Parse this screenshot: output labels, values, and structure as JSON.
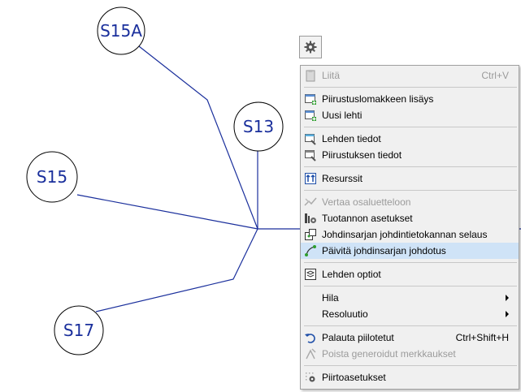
{
  "diagram": {
    "nodes": [
      {
        "id": "S15A",
        "label": "S15A"
      },
      {
        "id": "S13",
        "label": "S13"
      },
      {
        "id": "S15",
        "label": "S15"
      },
      {
        "id": "S17",
        "label": "S17"
      }
    ],
    "line_color": "#1a2f9c"
  },
  "toolbar": {
    "gear_icon": "gear-icon"
  },
  "menu": {
    "paste": {
      "label": "Liitä",
      "shortcut": "Ctrl+V"
    },
    "add_sheet_form": {
      "label": "Piirustuslomakkeen lisäys"
    },
    "new_sheet": {
      "label": "Uusi lehti"
    },
    "sheet_info": {
      "label": "Lehden tiedot"
    },
    "drawing_info": {
      "label": "Piirustuksen tiedot"
    },
    "resources": {
      "label": "Resurssit"
    },
    "compare_parts": {
      "label": "Vertaa osaluetteloon"
    },
    "production_settings": {
      "label": "Tuotannon asetukset"
    },
    "harness_db_browse": {
      "label": "Johdinsarjan johdintietokannan selaus"
    },
    "update_harness_wiring": {
      "label": "Päivitä johdinsarjan johdotus"
    },
    "sheet_options": {
      "label": "Lehden optiot"
    },
    "grid": {
      "label": "Hila"
    },
    "resolution": {
      "label": "Resoluutio"
    },
    "restore_hidden": {
      "label": "Palauta piilotetut",
      "shortcut": "Ctrl+Shift+H"
    },
    "remove_generated_marks": {
      "label": "Poista generoidut merkkaukset"
    },
    "draw_settings": {
      "label": "Piirtoasetukset"
    }
  },
  "colors": {
    "highlight": "#cfe3f7",
    "menu_bg": "#f0f0f0",
    "disabled": "#9b9b9b"
  }
}
